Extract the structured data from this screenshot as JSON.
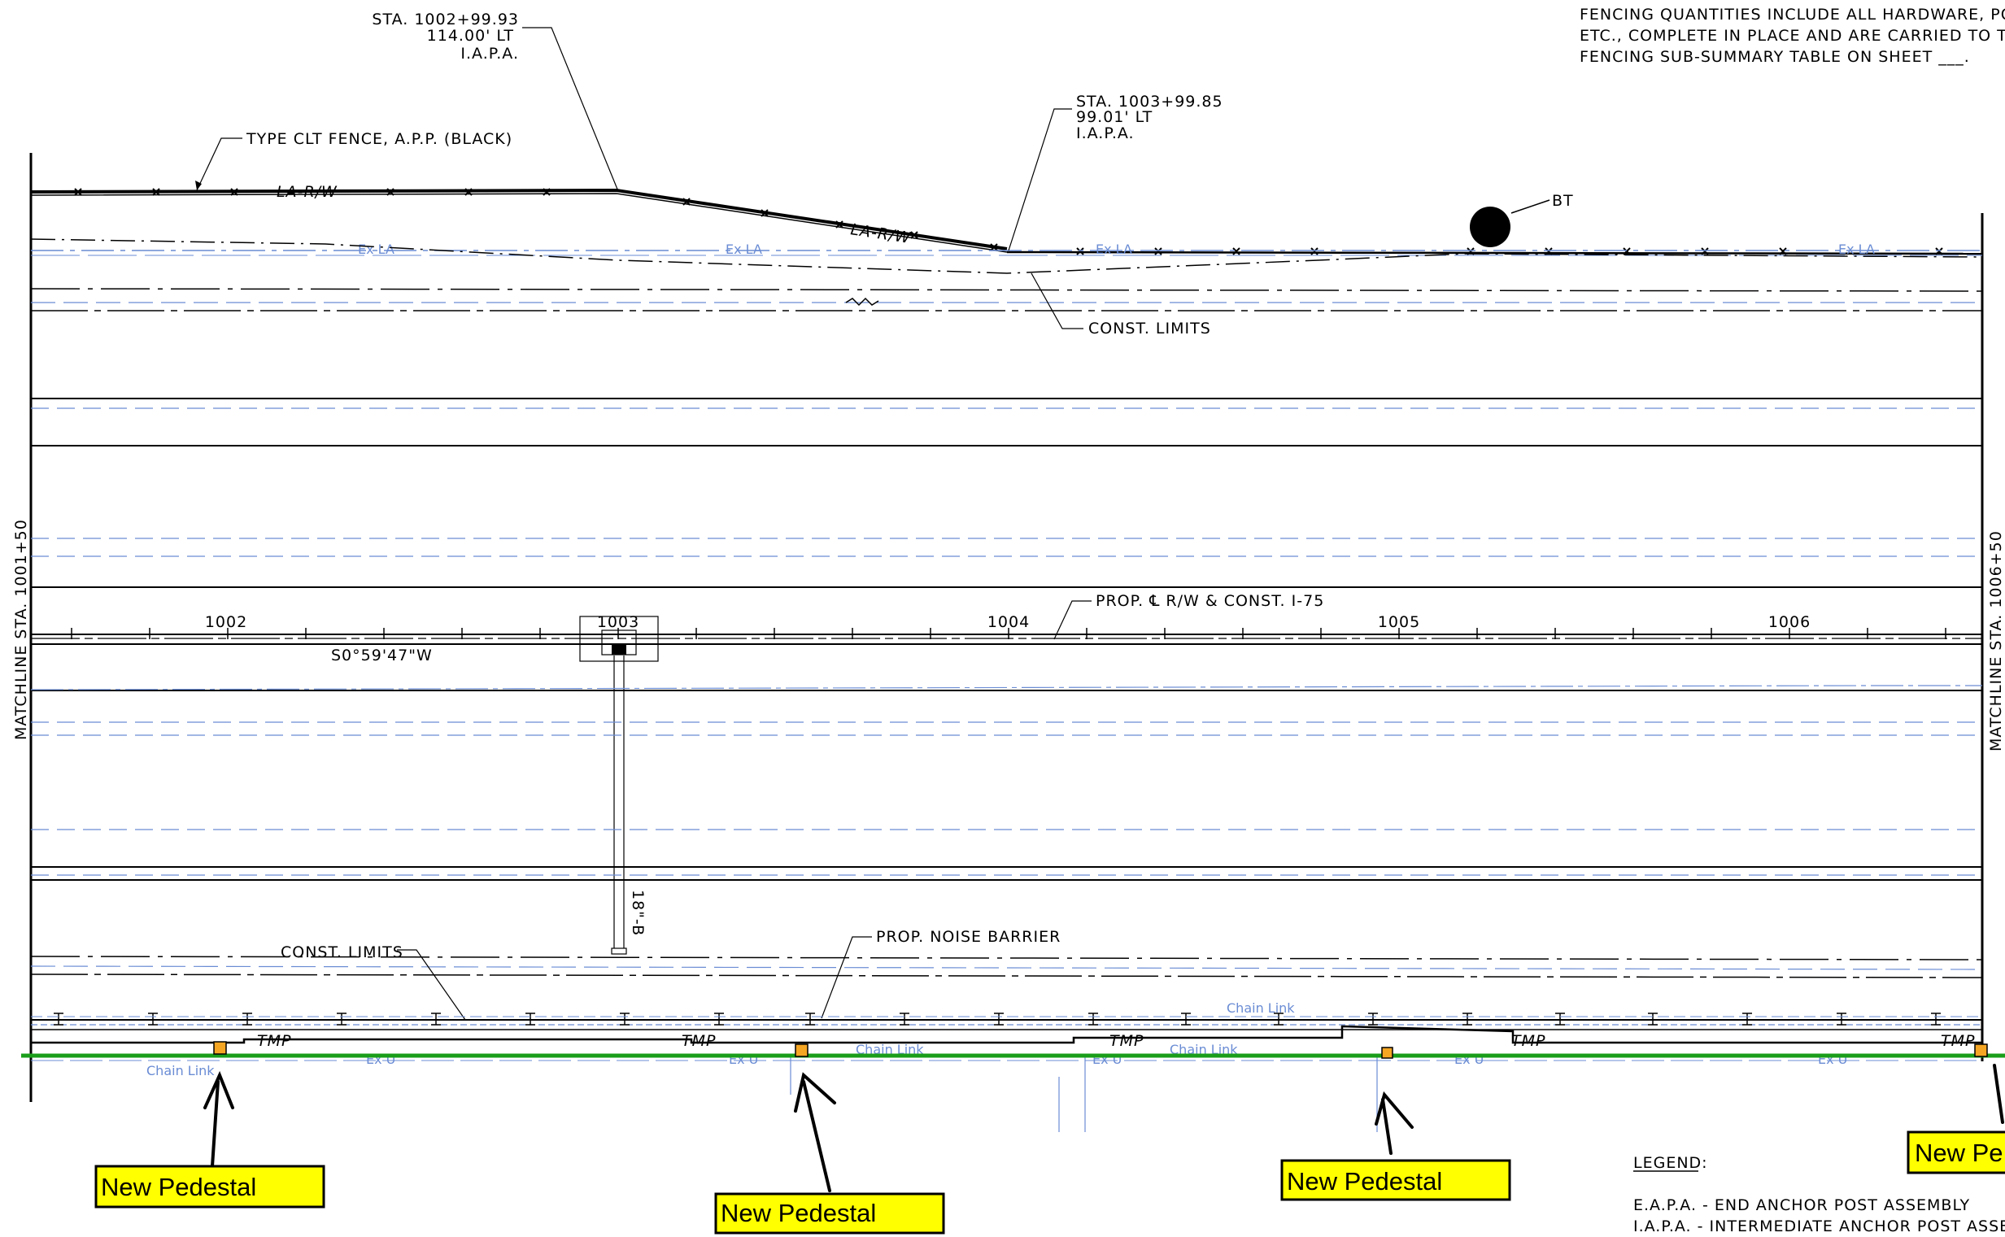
{
  "notes": {
    "line1": "FENCING QUANTITIES INCLUDE ALL HARDWARE, POST,",
    "line2": "ETC., COMPLETE IN PLACE AND ARE CARRIED TO THE",
    "line3": "FENCING SUB-SUMMARY TABLE ON SHEET ___."
  },
  "callouts": {
    "sta1": {
      "l1": "STA. 1002+99.93",
      "l2": "114.00' LT",
      "l3": "I.A.P.A."
    },
    "sta2": {
      "l1": "STA. 1003+99.85",
      "l2": "99.01' LT",
      "l3": "I.A.P.A."
    },
    "fence_type": "TYPE CLT FENCE, A.P.P. (BLACK)",
    "bt": "BT",
    "const_limits_top": "CONST. LIMITS",
    "const_limits_bottom": "CONST. LIMITS",
    "centerline": "PROP. ℄ R/W & CONST. I-75",
    "noise_barrier": "PROP. NOISE BARRIER",
    "bearing": "S0°59'47\"W",
    "pipe": "18\"-B"
  },
  "line_labels": {
    "la_rw": "LA-R/W",
    "ex_la": "Ex LA",
    "tmp": "TMP",
    "chain_link": "Chain Link",
    "ex_u": "Ex U"
  },
  "stations": [
    "1002",
    "1003",
    "1004",
    "1005",
    "1006"
  ],
  "matchlines": {
    "left": "MATCHLINE STA. 1001+50",
    "right": "MATCHLINE STA. 1006+50"
  },
  "callout_boxes": {
    "b1": "New Pedestal",
    "b2": "New Pedestal",
    "b3": "New Pedestal",
    "b4": "New Pe"
  },
  "legend": {
    "title": "LEGEND:",
    "e1": "E.A.P.A. - END ANCHOR POST ASSEMBLY",
    "e2": "I.A.P.A. - INTERMEDIATE ANCHOR POST ASSEMBLY"
  },
  "colors": {
    "linework": "#000000",
    "existing": "#6a8cd4",
    "highlight_line": "#1a9e1a",
    "pedestal": "#f5a623",
    "callout_fill": "#ffff00"
  }
}
